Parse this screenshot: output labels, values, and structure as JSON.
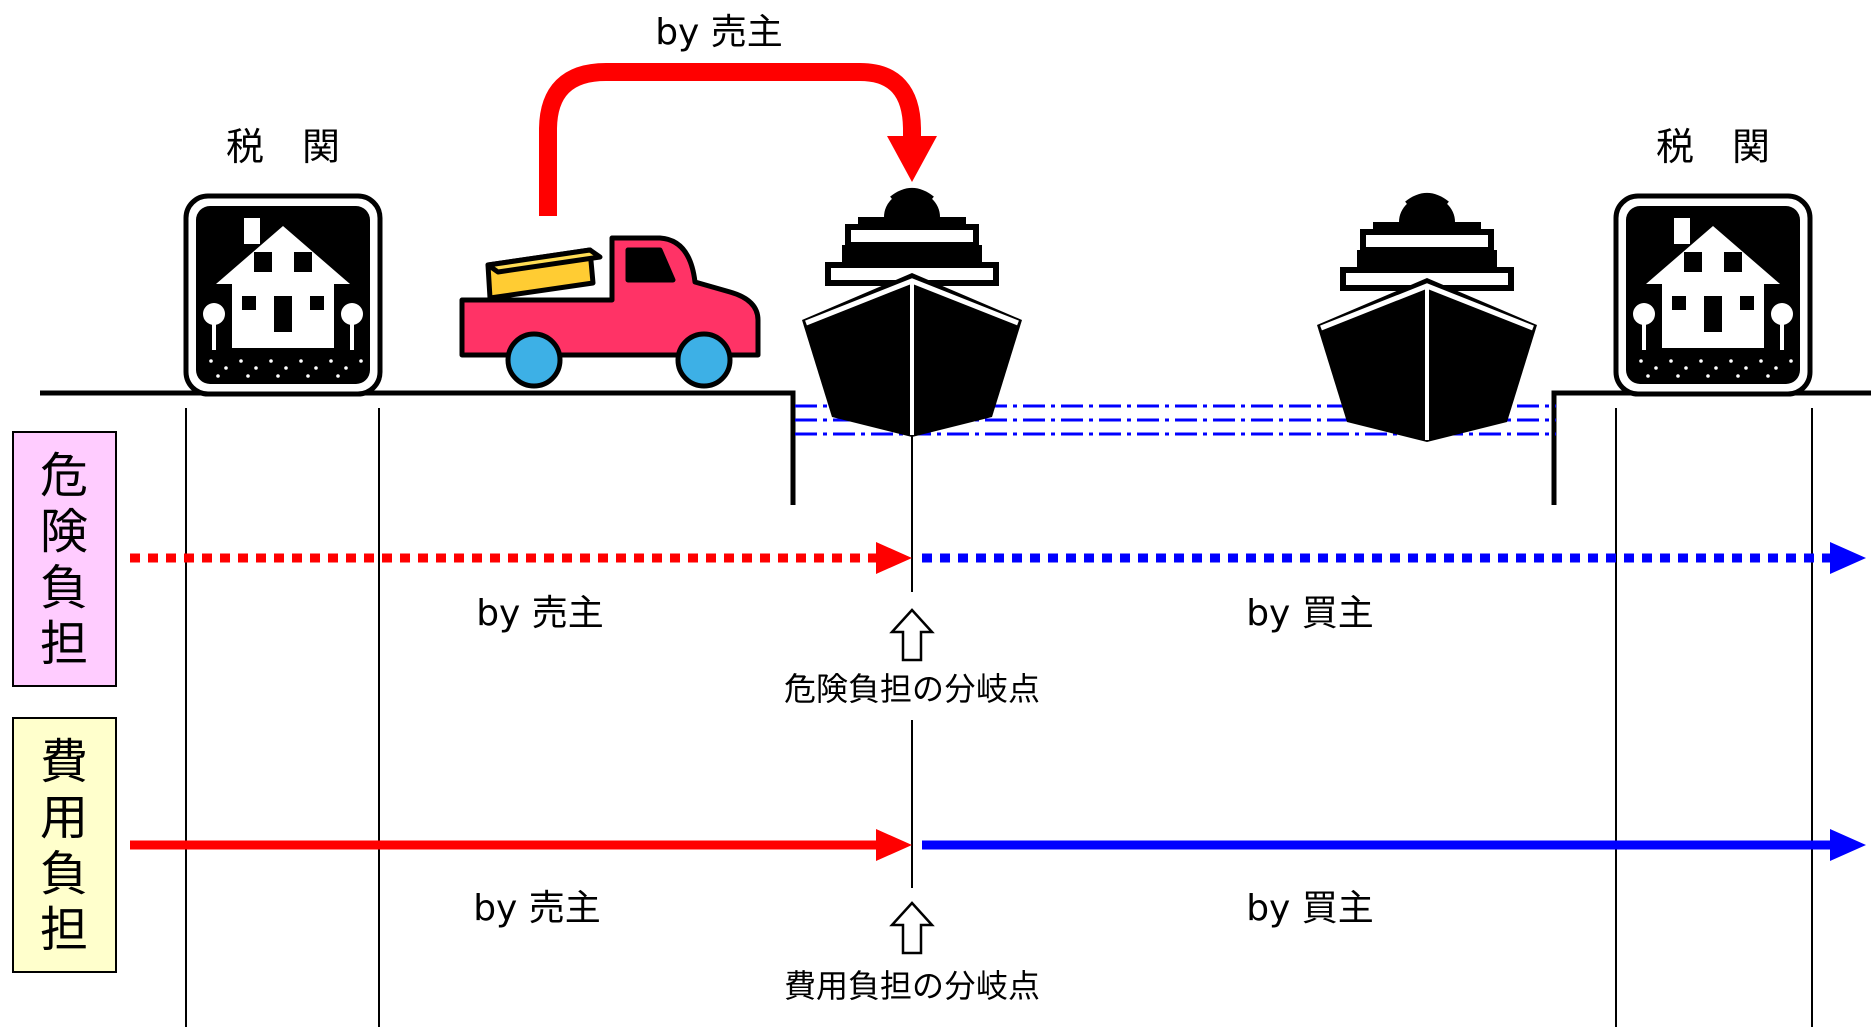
{
  "labels": {
    "customs_left": "税　関",
    "customs_right": "税　関",
    "top_arrow": "by 売主",
    "risk_box": "危険負担",
    "cost_box": "費用負担",
    "risk_seller": "by 売主",
    "risk_buyer": "by 買主",
    "risk_point": "危険負担の分岐点",
    "cost_seller": "by 売主",
    "cost_buyer": "by 買主",
    "cost_point": "費用負担の分岐点"
  },
  "colors": {
    "seller": "#ff0000",
    "buyer": "#0000ff",
    "risk_box_fill": "#ffccff",
    "cost_box_fill": "#ffffcc",
    "truck_body": "#ff3366",
    "truck_cargo": "#ffcc33",
    "truck_wheel": "#3db0e6"
  }
}
